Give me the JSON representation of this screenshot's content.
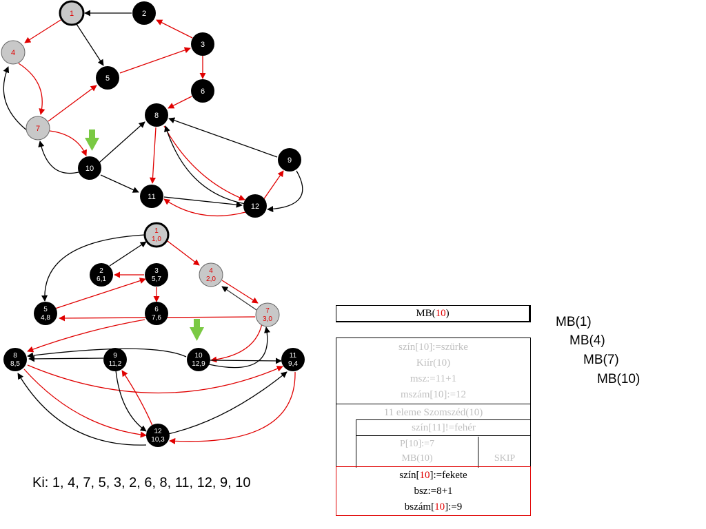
{
  "graph_top": {
    "nodes": [
      {
        "id": "1",
        "color": "gray",
        "label_color": "red"
      },
      {
        "id": "2",
        "color": "black"
      },
      {
        "id": "3",
        "color": "black"
      },
      {
        "id": "4",
        "color": "gray",
        "label_color": "red"
      },
      {
        "id": "5",
        "color": "black"
      },
      {
        "id": "6",
        "color": "black"
      },
      {
        "id": "7",
        "color": "gray",
        "label_color": "red"
      },
      {
        "id": "8",
        "color": "black"
      },
      {
        "id": "9",
        "color": "black"
      },
      {
        "id": "10",
        "color": "black"
      },
      {
        "id": "11",
        "color": "black"
      },
      {
        "id": "12",
        "color": "black"
      }
    ]
  },
  "graph_bottom": {
    "nodes": [
      {
        "id": "1",
        "sub": "1,0",
        "color": "gray",
        "label_color": "red"
      },
      {
        "id": "2",
        "sub": "6,1",
        "color": "black"
      },
      {
        "id": "3",
        "sub": "5,7",
        "color": "black"
      },
      {
        "id": "4",
        "sub": "2,0",
        "color": "gray",
        "label_color": "red"
      },
      {
        "id": "5",
        "sub": "4,8",
        "color": "black"
      },
      {
        "id": "6",
        "sub": "7,6",
        "color": "black"
      },
      {
        "id": "7",
        "sub": "3,0",
        "color": "gray",
        "label_color": "red"
      },
      {
        "id": "8",
        "sub": "8,5",
        "color": "black"
      },
      {
        "id": "9",
        "sub": "11,2",
        "color": "black"
      },
      {
        "id": "10",
        "sub": "12,9",
        "color": "black"
      },
      {
        "id": "11",
        "sub": "9,4",
        "color": "black"
      },
      {
        "id": "12",
        "sub": "10,3",
        "color": "black"
      }
    ]
  },
  "output_line": "Ki: 1, 4, 7, 5, 3, 2, 6, 8, 11, 12, 9, 10",
  "procedure": {
    "header_prefix": "MB(",
    "header_arg": "10",
    "header_suffix": ")",
    "init_lines": [
      "szín[10]:=szürke",
      "Kiír(10)",
      "msz:=11+1",
      "mszám[10]:=12"
    ],
    "loop_header": "11 eleme Szomszéd(10)",
    "condition": "szín[11]!=fehér",
    "then_lines": [
      "P[10]:=7",
      "MB(10)"
    ],
    "else_line": "SKIP",
    "final_line1_pre": "szín[",
    "final_line1_arg": "10",
    "final_line1_post": "]:=fekete",
    "final_line2": "bsz:=8+1",
    "final_line3_pre": "bszám[",
    "final_line3_arg": "10",
    "final_line3_post": "]:=9"
  },
  "call_stack": [
    "MB(1)",
    "MB(4)",
    "MB(7)",
    "MB(10)"
  ],
  "colors": {
    "red": "#e00000",
    "gray_node": "#c8c8c8",
    "black_node": "#000000",
    "green_arrow": "#7ac943"
  }
}
